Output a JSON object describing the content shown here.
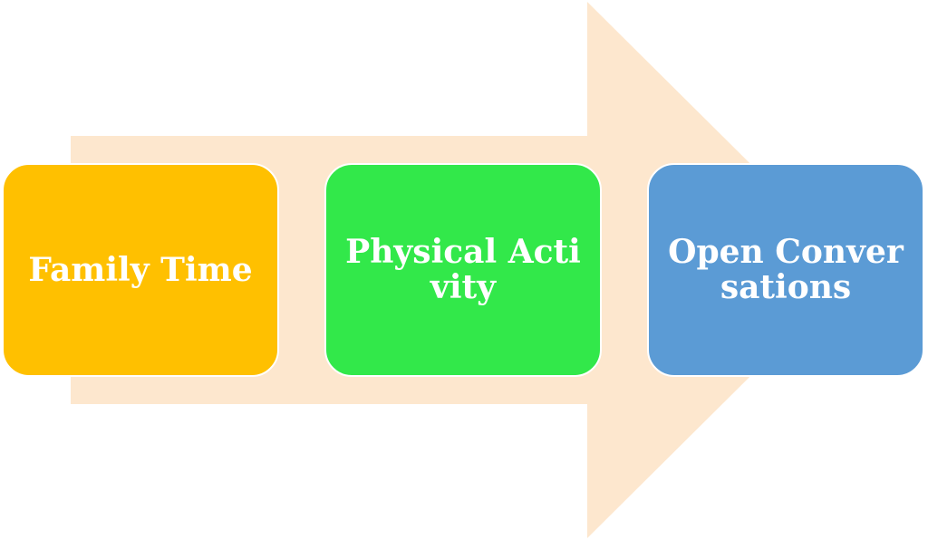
{
  "steps": [
    {
      "label": "Family Time",
      "color": "#FFC000"
    },
    {
      "label": "Physical Activity",
      "color": "#32E84A"
    },
    {
      "label": "Open Conversations",
      "color": "#5B9BD5"
    }
  ],
  "arrow": {
    "color": "#FDE7CE"
  }
}
